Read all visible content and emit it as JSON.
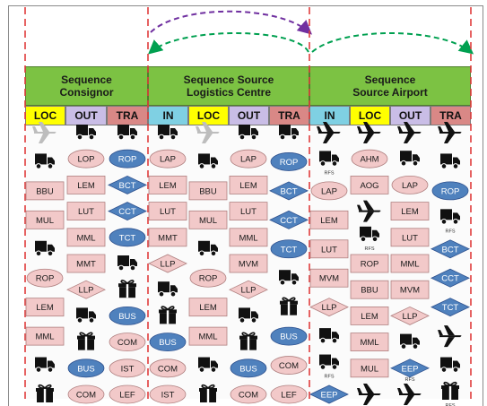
{
  "header": {
    "consignor": "Sequence\nConsignor",
    "logistics": "Sequence Source\nLogistics Centre",
    "airport": "Sequence\nSource Airport"
  },
  "subheaders": {
    "consignor": [
      "LOC",
      "OUT",
      "TRA"
    ],
    "logistics": [
      "IN",
      "LOC",
      "OUT",
      "TRA"
    ],
    "airport": [
      "IN",
      "LOC",
      "OUT",
      "TRA"
    ]
  },
  "icon_label": "RFS",
  "colors": {
    "header_green": "#7cc243",
    "loc_yellow": "#ffff00",
    "out_lavender": "#c9bde6",
    "tra_red": "#d98886",
    "in_cyan": "#7fd0e3",
    "pink_shape": "#f2c9c9",
    "blue_shape": "#4f81bd",
    "dashed_red": "#e03c3c",
    "arrow_purple": "#7030a0",
    "arrow_green": "#00a050"
  },
  "columns": [
    {
      "id": "c-loc",
      "items": [
        {
          "kind": "icon",
          "icon": "airplane-grey-icon"
        },
        {
          "kind": "icon",
          "icon": "truck-icon"
        },
        {
          "kind": "shape",
          "shape": "rect",
          "label": "BBU"
        },
        {
          "kind": "shape",
          "shape": "rect",
          "label": "MUL"
        },
        {
          "kind": "icon",
          "icon": "truck-icon"
        },
        {
          "kind": "shape",
          "shape": "ellipse",
          "label": "ROP"
        },
        {
          "kind": "shape",
          "shape": "rect",
          "label": "LEM"
        },
        {
          "kind": "shape",
          "shape": "rect",
          "label": "MML"
        },
        {
          "kind": "icon",
          "icon": "truck-icon"
        },
        {
          "kind": "icon",
          "icon": "gift-icon"
        }
      ]
    },
    {
      "id": "c-out",
      "items": [
        {
          "kind": "icon",
          "icon": "truck-icon"
        },
        {
          "kind": "shape",
          "shape": "ellipse",
          "label": "LOP"
        },
        {
          "kind": "shape",
          "shape": "rect",
          "label": "LEM"
        },
        {
          "kind": "shape",
          "shape": "rect",
          "label": "LUT"
        },
        {
          "kind": "shape",
          "shape": "rect",
          "label": "MML"
        },
        {
          "kind": "shape",
          "shape": "rect",
          "label": "MMT"
        },
        {
          "kind": "shape",
          "shape": "diamond",
          "label": "LLP"
        },
        {
          "kind": "icon",
          "icon": "truck-icon"
        },
        {
          "kind": "icon",
          "icon": "gift-icon"
        },
        {
          "kind": "shape",
          "shape": "ellipse-blue",
          "label": "BUS"
        },
        {
          "kind": "shape",
          "shape": "ellipse",
          "label": "COM"
        }
      ]
    },
    {
      "id": "c-tra",
      "items": [
        {
          "kind": "icon",
          "icon": "truck-icon"
        },
        {
          "kind": "shape",
          "shape": "ellipse-blue",
          "label": "ROP"
        },
        {
          "kind": "shape",
          "shape": "diamond-blue",
          "label": "BCT"
        },
        {
          "kind": "shape",
          "shape": "diamond-blue",
          "label": "CCT"
        },
        {
          "kind": "shape",
          "shape": "ellipse-blue",
          "label": "TCT"
        },
        {
          "kind": "icon",
          "icon": "truck-icon"
        },
        {
          "kind": "icon",
          "icon": "gift-icon"
        },
        {
          "kind": "shape",
          "shape": "ellipse-blue",
          "label": "BUS"
        },
        {
          "kind": "shape",
          "shape": "ellipse",
          "label": "COM"
        },
        {
          "kind": "shape",
          "shape": "ellipse",
          "label": "IST"
        },
        {
          "kind": "shape",
          "shape": "ellipse",
          "label": "LEF"
        }
      ]
    },
    {
      "id": "l-in",
      "items": [
        {
          "kind": "icon",
          "icon": "truck-icon"
        },
        {
          "kind": "shape",
          "shape": "ellipse",
          "label": "LAP"
        },
        {
          "kind": "shape",
          "shape": "rect",
          "label": "LEM"
        },
        {
          "kind": "shape",
          "shape": "rect",
          "label": "LUT"
        },
        {
          "kind": "shape",
          "shape": "rect",
          "label": "MMT"
        },
        {
          "kind": "shape",
          "shape": "diamond",
          "label": "LLP"
        },
        {
          "kind": "icon",
          "icon": "truck-icon"
        },
        {
          "kind": "icon",
          "icon": "gift-icon"
        },
        {
          "kind": "shape",
          "shape": "ellipse-blue",
          "label": "BUS"
        },
        {
          "kind": "shape",
          "shape": "ellipse",
          "label": "COM"
        },
        {
          "kind": "shape",
          "shape": "ellipse",
          "label": "IST"
        }
      ]
    },
    {
      "id": "l-loc",
      "items": [
        {
          "kind": "icon",
          "icon": "airplane-grey-icon"
        },
        {
          "kind": "icon",
          "icon": "truck-icon"
        },
        {
          "kind": "shape",
          "shape": "rect",
          "label": "BBU"
        },
        {
          "kind": "shape",
          "shape": "rect",
          "label": "MUL"
        },
        {
          "kind": "icon",
          "icon": "truck-icon"
        },
        {
          "kind": "shape",
          "shape": "ellipse",
          "label": "ROP"
        },
        {
          "kind": "shape",
          "shape": "rect",
          "label": "LEM"
        },
        {
          "kind": "shape",
          "shape": "rect",
          "label": "MML"
        },
        {
          "kind": "icon",
          "icon": "truck-icon"
        },
        {
          "kind": "icon",
          "icon": "gift-icon"
        }
      ]
    },
    {
      "id": "l-out",
      "items": [
        {
          "kind": "icon",
          "icon": "truck-icon"
        },
        {
          "kind": "shape",
          "shape": "ellipse",
          "label": "LAP"
        },
        {
          "kind": "shape",
          "shape": "rect",
          "label": "LEM"
        },
        {
          "kind": "shape",
          "shape": "rect",
          "label": "LUT"
        },
        {
          "kind": "shape",
          "shape": "rect",
          "label": "MML"
        },
        {
          "kind": "shape",
          "shape": "rect",
          "label": "MVM"
        },
        {
          "kind": "shape",
          "shape": "diamond",
          "label": "LLP"
        },
        {
          "kind": "icon",
          "icon": "truck-icon"
        },
        {
          "kind": "icon",
          "icon": "gift-icon"
        },
        {
          "kind": "shape",
          "shape": "ellipse-blue",
          "label": "BUS"
        },
        {
          "kind": "shape",
          "shape": "ellipse",
          "label": "COM"
        }
      ]
    },
    {
      "id": "l-tra",
      "items": [
        {
          "kind": "icon",
          "icon": "truck-icon"
        },
        {
          "kind": "shape",
          "shape": "ellipse-blue",
          "label": "ROP"
        },
        {
          "kind": "shape",
          "shape": "diamond-blue",
          "label": "BCT"
        },
        {
          "kind": "shape",
          "shape": "diamond-blue",
          "label": "CCT"
        },
        {
          "kind": "shape",
          "shape": "ellipse-blue",
          "label": "TCT"
        },
        {
          "kind": "icon",
          "icon": "truck-icon"
        },
        {
          "kind": "icon",
          "icon": "gift-icon"
        },
        {
          "kind": "shape",
          "shape": "ellipse-blue",
          "label": "BUS"
        },
        {
          "kind": "shape",
          "shape": "ellipse",
          "label": "COM"
        },
        {
          "kind": "shape",
          "shape": "ellipse",
          "label": "LEF"
        }
      ]
    },
    {
      "id": "a-in",
      "items": [
        {
          "kind": "icon",
          "icon": "airplane-icon"
        },
        {
          "kind": "icon",
          "icon": "truck-icon",
          "rfs": true
        },
        {
          "kind": "shape",
          "shape": "ellipse",
          "label": "LAP"
        },
        {
          "kind": "shape",
          "shape": "rect",
          "label": "LEM"
        },
        {
          "kind": "shape",
          "shape": "rect",
          "label": "LUT"
        },
        {
          "kind": "shape",
          "shape": "rect",
          "label": "MVM"
        },
        {
          "kind": "shape",
          "shape": "diamond",
          "label": "LLP"
        },
        {
          "kind": "icon",
          "icon": "truck-icon"
        },
        {
          "kind": "icon",
          "icon": "truck-icon",
          "rfs": true
        },
        {
          "kind": "shape",
          "shape": "diamond-blue",
          "label": "EEP"
        }
      ]
    },
    {
      "id": "a-loc",
      "items": [
        {
          "kind": "icon",
          "icon": "airplane-icon"
        },
        {
          "kind": "shape",
          "shape": "ellipse",
          "label": "AHM"
        },
        {
          "kind": "shape",
          "shape": "rect",
          "label": "AOG"
        },
        {
          "kind": "icon",
          "icon": "airplane-icon"
        },
        {
          "kind": "icon",
          "icon": "truck-icon",
          "rfs": true
        },
        {
          "kind": "shape",
          "shape": "rect",
          "label": "ROP"
        },
        {
          "kind": "shape",
          "shape": "rect",
          "label": "BBU"
        },
        {
          "kind": "shape",
          "shape": "rect",
          "label": "LEM"
        },
        {
          "kind": "shape",
          "shape": "rect",
          "label": "MML"
        },
        {
          "kind": "shape",
          "shape": "rect",
          "label": "MUL"
        },
        {
          "kind": "icon",
          "icon": "airplane-icon"
        }
      ]
    },
    {
      "id": "a-out",
      "items": [
        {
          "kind": "icon",
          "icon": "airplane-icon"
        },
        {
          "kind": "icon",
          "icon": "truck-icon"
        },
        {
          "kind": "shape",
          "shape": "ellipse",
          "label": "LAP"
        },
        {
          "kind": "shape",
          "shape": "rect",
          "label": "LEM"
        },
        {
          "kind": "shape",
          "shape": "rect",
          "label": "LUT"
        },
        {
          "kind": "shape",
          "shape": "rect",
          "label": "MML"
        },
        {
          "kind": "shape",
          "shape": "rect",
          "label": "MVM"
        },
        {
          "kind": "shape",
          "shape": "diamond",
          "label": "LLP"
        },
        {
          "kind": "icon",
          "icon": "truck-icon"
        },
        {
          "kind": "shape",
          "shape": "diamond-blue",
          "label": "EEP",
          "rfs": true
        },
        {
          "kind": "icon",
          "icon": "airplane-icon"
        }
      ]
    },
    {
      "id": "a-tra",
      "items": [
        {
          "kind": "icon",
          "icon": "airplane-icon"
        },
        {
          "kind": "icon",
          "icon": "truck-icon"
        },
        {
          "kind": "shape",
          "shape": "ellipse-blue",
          "label": "ROP"
        },
        {
          "kind": "icon",
          "icon": "truck-icon",
          "rfs": true
        },
        {
          "kind": "shape",
          "shape": "diamond-blue",
          "label": "BCT"
        },
        {
          "kind": "shape",
          "shape": "diamond-blue",
          "label": "CCT"
        },
        {
          "kind": "shape",
          "shape": "diamond-blue",
          "label": "TCT"
        },
        {
          "kind": "icon",
          "icon": "airplane-icon"
        },
        {
          "kind": "icon",
          "icon": "truck-icon"
        },
        {
          "kind": "icon",
          "icon": "gift-icon",
          "rfs": true
        }
      ]
    }
  ]
}
